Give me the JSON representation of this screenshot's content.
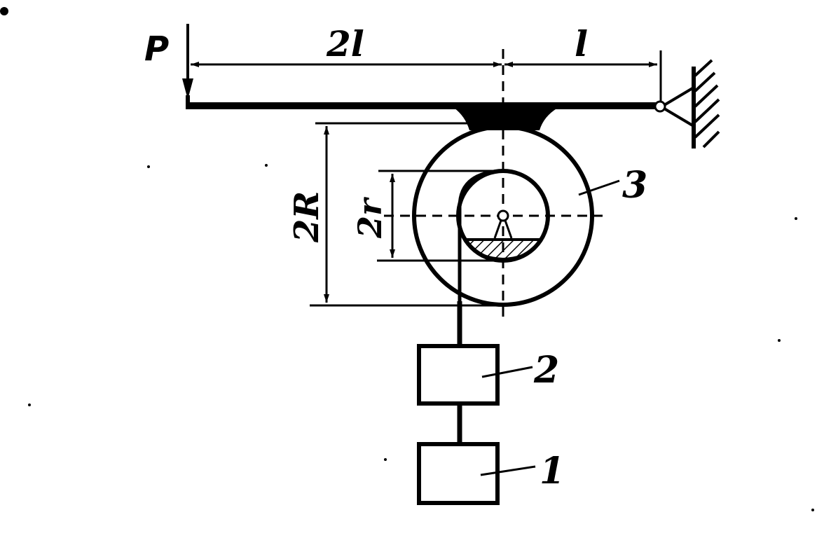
{
  "labels": {
    "force": "P",
    "span_left": "2l",
    "span_right": "l",
    "outer_dia": "2R",
    "inner_dia": "2r",
    "pulley": "3",
    "body_upper": "2",
    "body_lower": "1"
  },
  "colors": {
    "ink": "#000000",
    "paper": "#ffffff"
  }
}
